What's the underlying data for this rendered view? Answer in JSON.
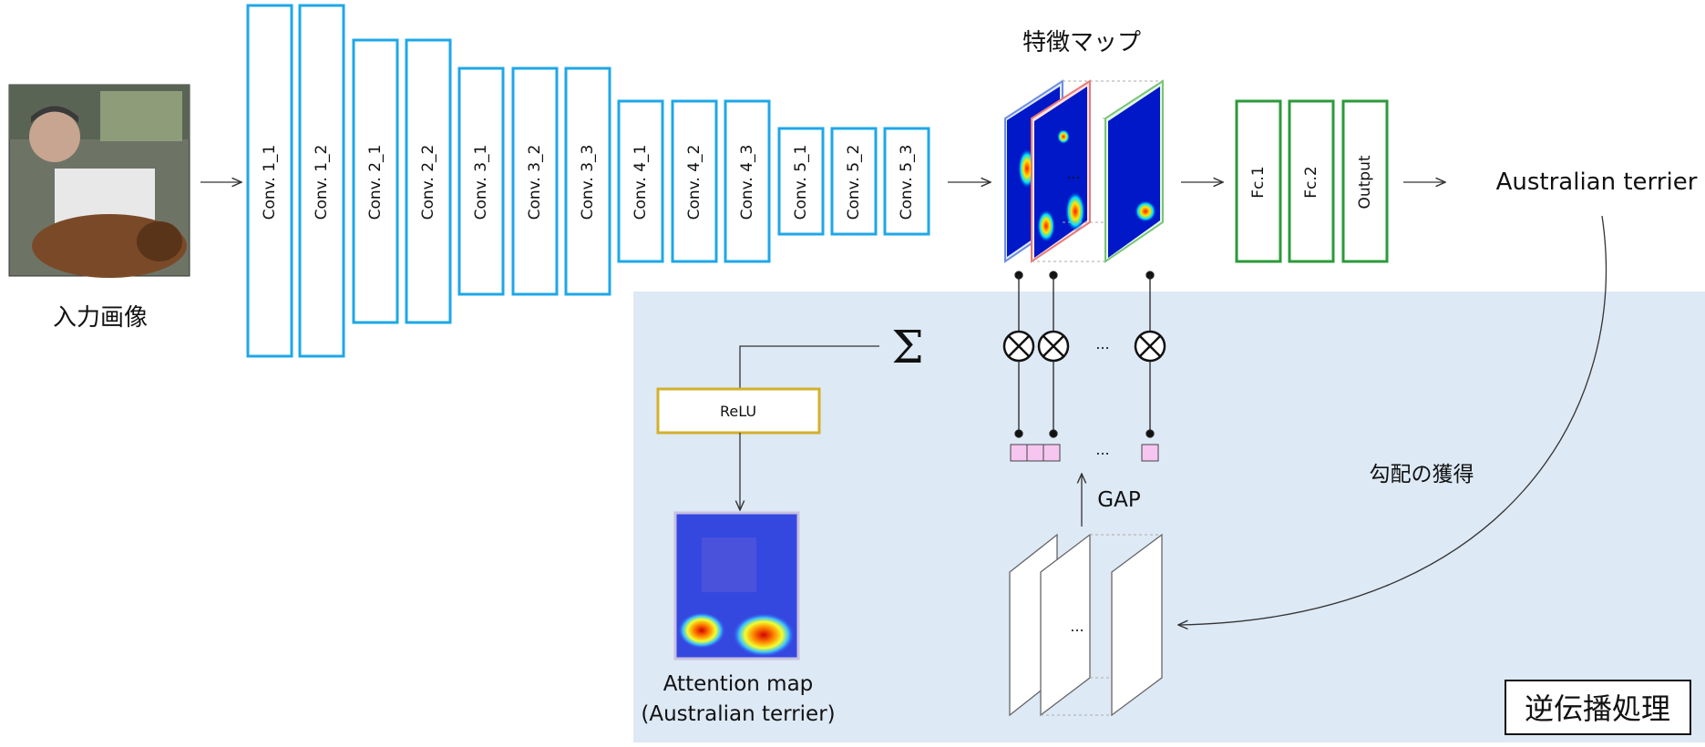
{
  "input": {
    "label": "入力画像"
  },
  "conv_layers": [
    "Conv. 1_1",
    "Conv. 1_2",
    "Conv. 2_1",
    "Conv. 2_2",
    "Conv. 3_1",
    "Conv. 3_2",
    "Conv. 3_3",
    "Conv. 4_1",
    "Conv. 4_2",
    "Conv. 4_3",
    "Conv. 5_1",
    "Conv. 5_2",
    "Conv. 5_3"
  ],
  "feature_maps": {
    "title": "特徴マップ",
    "ellipsis": "..."
  },
  "fc_layers": [
    "Fc.1",
    "Fc.2",
    "Output"
  ],
  "prediction": "Australian terrier",
  "gradient": {
    "label": "勾配の獲得",
    "ellipsis": "..."
  },
  "gap": {
    "label": "GAP",
    "ellipsis": "..."
  },
  "multiply": {
    "ellipsis": "..."
  },
  "sum_symbol": "Σ",
  "relu": {
    "label": "ReLU"
  },
  "attention": {
    "line1": "Attention map",
    "line2": "(Australian terrier)"
  },
  "backprop": {
    "label": "逆伝播処理"
  },
  "colors": {
    "conv": "#1ea7e8",
    "fc": "#2b9a3a",
    "relu": "#d4b02a",
    "panel": "#dde9f5",
    "weight": "#f6c6f0"
  }
}
